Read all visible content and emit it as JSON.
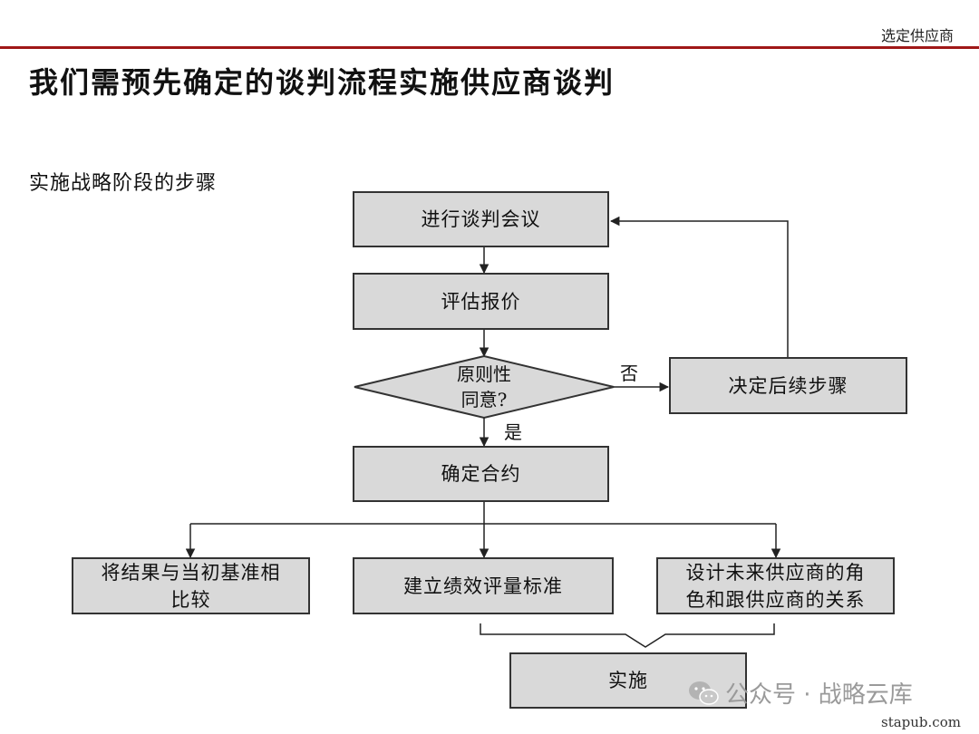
{
  "header": {
    "section": "选定供应商"
  },
  "title": "我们需预先确定的谈判流程实施供应商谈判",
  "subtitle": "实施战略阶段的步骤",
  "flow": {
    "step_meeting": "进行谈判会议",
    "step_evaluate": "评估报价",
    "decision": [
      "原则性",
      "同意?"
    ],
    "label_no": "否",
    "label_yes": "是",
    "step_next": "决定后续步骤",
    "step_contract": "确定合约",
    "branch_compare": [
      "将结果与当初基准相",
      "比较"
    ],
    "branch_metrics": "建立绩效评量标准",
    "branch_design": [
      "设计未来供应商的角",
      "色和跟供应商的关系"
    ],
    "step_implement": "实施"
  },
  "watermark": {
    "text": "公众号 · 战略云库",
    "icon": "wechat-icon"
  },
  "site": "stapub.com",
  "colors": {
    "accent_rule": "#a01818",
    "box_fill": "#d9d9d9"
  }
}
